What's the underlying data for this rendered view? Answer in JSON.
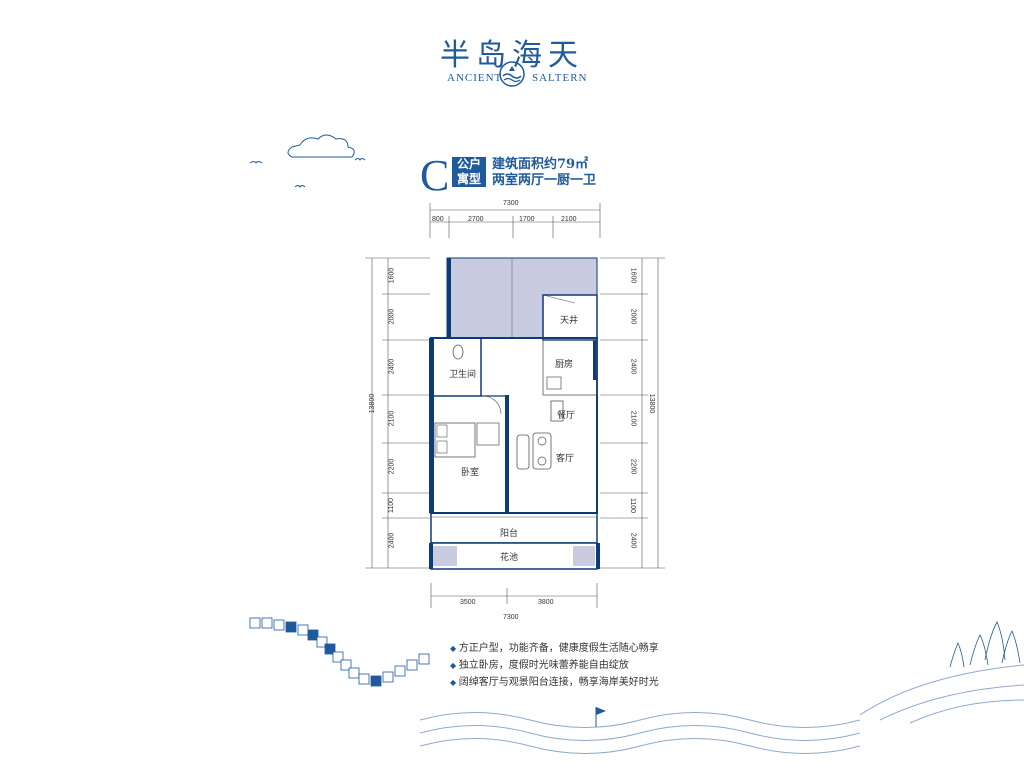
{
  "brand": {
    "title": "半岛海天",
    "sub_left": "ANCIENT",
    "sub_right": "SALTERN"
  },
  "unit": {
    "letter": "C",
    "type_line1": "公户",
    "type_line2": "寓型",
    "area": "建筑面积约79㎡",
    "layout": "两室两厅一厨一卫"
  },
  "dimensions": {
    "top_total": "7300",
    "top_segments": [
      "800",
      "2700",
      "1700",
      "2100"
    ],
    "bottom_total": "7300",
    "bottom_segments": [
      "3500",
      "3800"
    ],
    "left_total": "13800",
    "left_segments": [
      "1600",
      "2000",
      "2400",
      "2100",
      "2200",
      "1100",
      "2400"
    ],
    "right_total": "13800",
    "right_segments": [
      "1600",
      "2000",
      "2400",
      "2100",
      "2200",
      "1100",
      "2400"
    ]
  },
  "rooms": {
    "skywell": "天井",
    "bathroom": "卫生间",
    "kitchen": "厨房",
    "dining": "餐厅",
    "bedroom": "卧室",
    "living": "客厅",
    "balcony": "阳台",
    "flowerbed": "花池"
  },
  "features": [
    "方正户型，功能齐备，健康度假生活随心畅享",
    "独立卧房，度假时光味蕾养能自由绽放",
    "阔绰客厅与观景阳台连接，畅享海岸美好时光"
  ],
  "colors": {
    "brand_blue": "#1f5a9c",
    "wall": "#0d3b78",
    "shade": "#c9cbe0"
  }
}
